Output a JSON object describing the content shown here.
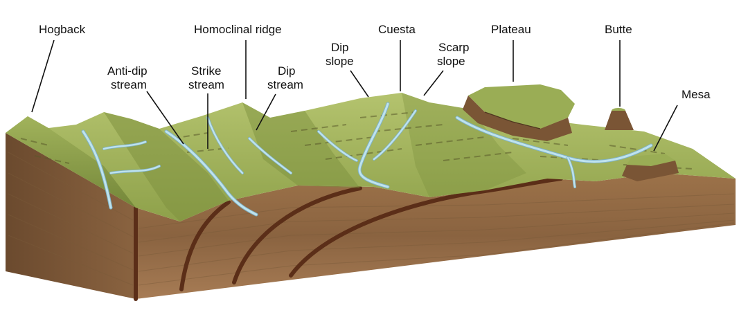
{
  "labels": {
    "hogback": "Hogback",
    "homoclinal_ridge": "Homoclinal ridge",
    "cuesta": "Cuesta",
    "plateau": "Plateau",
    "butte": "Butte",
    "anti_dip_stream": [
      "Anti-dip",
      "stream"
    ],
    "strike_stream": [
      "Strike",
      "stream"
    ],
    "dip_stream": [
      "Dip",
      "stream"
    ],
    "dip_slope": [
      "Dip",
      "slope"
    ],
    "scarp_slope": [
      "Scarp",
      "slope"
    ],
    "mesa": "Mesa"
  },
  "colors": {
    "grass_light": "#a9b964",
    "grass_mid": "#8c9e47",
    "grass_dark": "#5f7230",
    "soil_light": "#a77c55",
    "soil_mid": "#8a6340",
    "soil_dark": "#6b4a2e",
    "fold_line": "#5b2e18",
    "water": "#bfe3ee"
  }
}
